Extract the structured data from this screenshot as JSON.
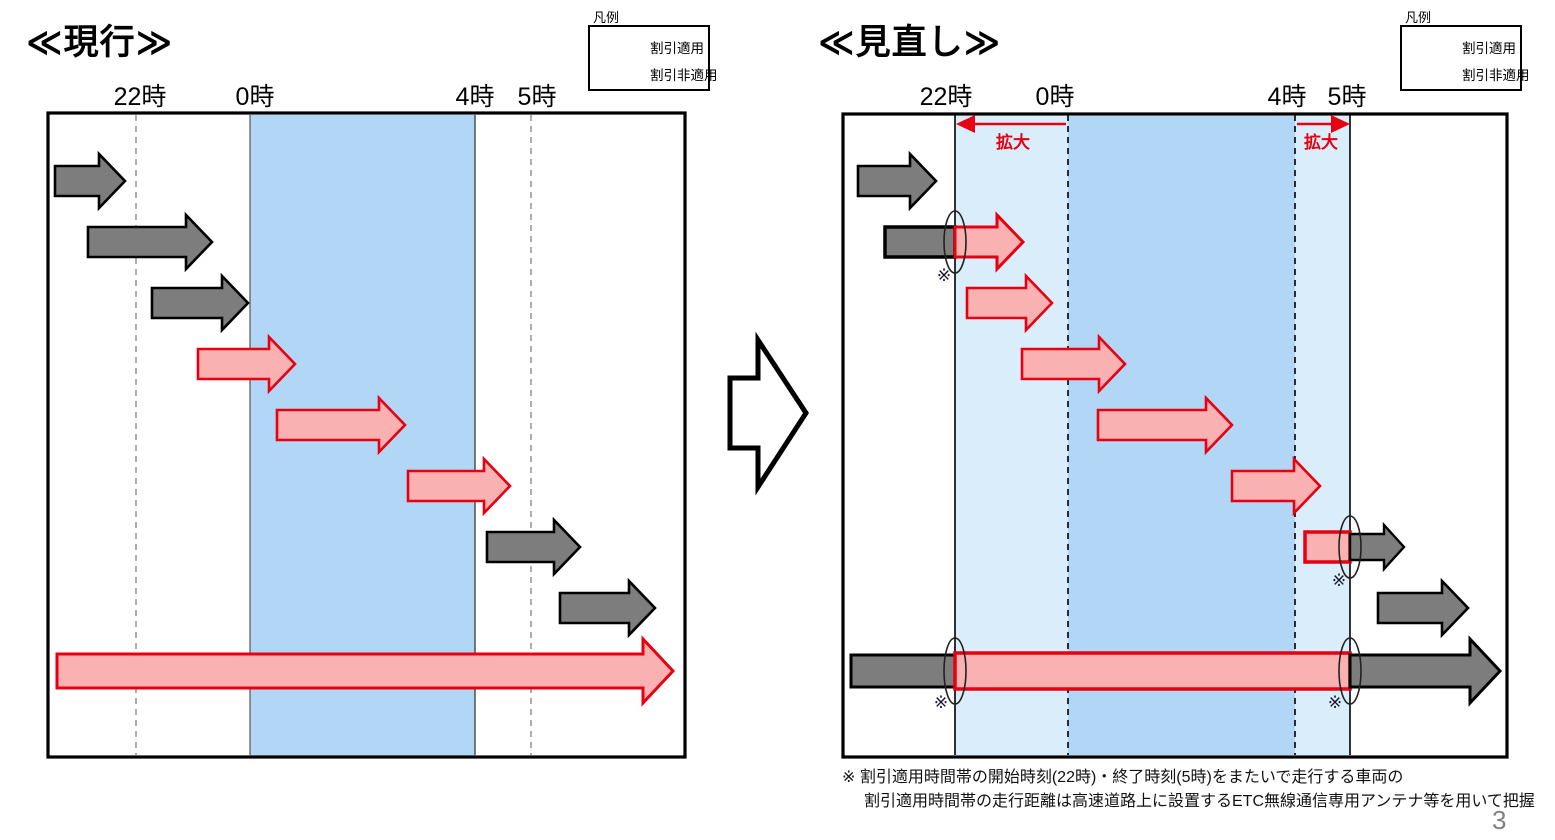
{
  "slide": {
    "page_number": "3"
  },
  "legend": {
    "title": "凡例",
    "items": [
      {
        "kind": "discount",
        "label": "割引適用"
      },
      {
        "kind": "non-discount",
        "label": "割引非適用"
      }
    ]
  },
  "panels": {
    "current": {
      "title": "≪現行≫",
      "time_labels": [
        "22時",
        "0時",
        "4時",
        "5時"
      ],
      "arrows": [
        "non-discount",
        "non-discount",
        "non-discount",
        "discount",
        "discount",
        "discount",
        "non-discount",
        "non-discount",
        "discount"
      ]
    },
    "revised": {
      "title": "≪見直し≫",
      "time_labels": [
        "22時",
        "0時",
        "4時",
        "5時"
      ],
      "expansion_label": "拡大",
      "note_mark": "※",
      "arrows": [
        "non-discount",
        "boundary-straddle-start",
        "discount",
        "discount",
        "discount",
        "discount",
        "boundary-straddle-end",
        "non-discount",
        "full-span-straddle"
      ]
    }
  },
  "footnote": {
    "line1": "※ 割引適用時間帯の開始時刻(22時)・終了時刻(5時)をまたいで走行する車両の",
    "line2": "割引適用時間帯の走行距離は高速道路上に設置するETC無線通信専用アンテナ等を用いて把握"
  },
  "colors": {
    "discount_fill": "#f9b1b1",
    "discount_border": "#e60012",
    "non_discount_fill": "#7d7d7d",
    "non_discount_border": "#000000",
    "window_core": "#b2d6f5",
    "window_extended": "#daedfb",
    "expansion_accent": "#e60012"
  }
}
